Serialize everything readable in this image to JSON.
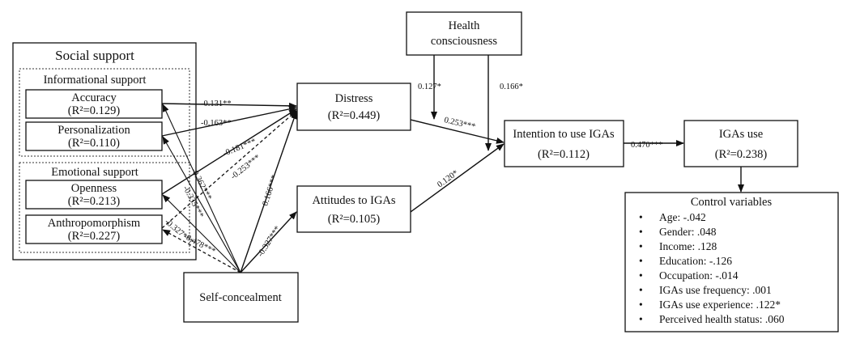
{
  "social_support": {
    "title": "Social support",
    "informational": {
      "title": "Informational support",
      "accuracy": {
        "label": "Accuracy",
        "r2": "(R²=0.129)"
      },
      "personalization": {
        "label": "Personalization",
        "r2": "(R²=0.110)"
      }
    },
    "emotional": {
      "title": "Emotional support",
      "openness": {
        "label": "Openness",
        "r2": "(R²=0.213)"
      },
      "anthropomorphism": {
        "label": "Anthropomorphism",
        "r2": "(R²=0.227)"
      }
    }
  },
  "nodes": {
    "distress": {
      "label": "Distress",
      "r2": "(R²=0.449)"
    },
    "attitudes": {
      "label": "Attitudes to IGAs",
      "r2": "(R²=0.105)"
    },
    "self_concealment": {
      "label": "Self-concealment"
    },
    "health": {
      "line1": "Health",
      "line2": "consciousness"
    },
    "intention": {
      "label": "Intention to use IGAs",
      "r2": "(R²=0.112)"
    },
    "igas_use": {
      "label": "IGAs use",
      "r2": "(R²=0.238)"
    }
  },
  "coefficients": {
    "acc_distress": "-0.131**",
    "pers_distress": "-0.163**",
    "open_distress": "-0.181***",
    "anth_distress": "-0.253***",
    "sc_acc": "-0.362***",
    "sc_pers": "-0.335***",
    "sc_open": "-0.327***",
    "sc_anth": "-0.478***",
    "sc_distress": "0.166***",
    "sc_attitudes": "-0.327***",
    "distress_intention": "0.253***",
    "attitudes_intention": "0.120*",
    "hc_mod1": "0.127*",
    "hc_mod2": "0.166*",
    "intention_use": "0.470***"
  },
  "control_variables": {
    "title": "Control variables",
    "items": [
      "Age: -.042",
      "Gender: .048",
      "Income: .128",
      "Education: -.126",
      "Occupation: -.014",
      "IGAs use frequency: .001",
      "IGAs use experience: .122*",
      "Perceived health status: .060"
    ]
  }
}
